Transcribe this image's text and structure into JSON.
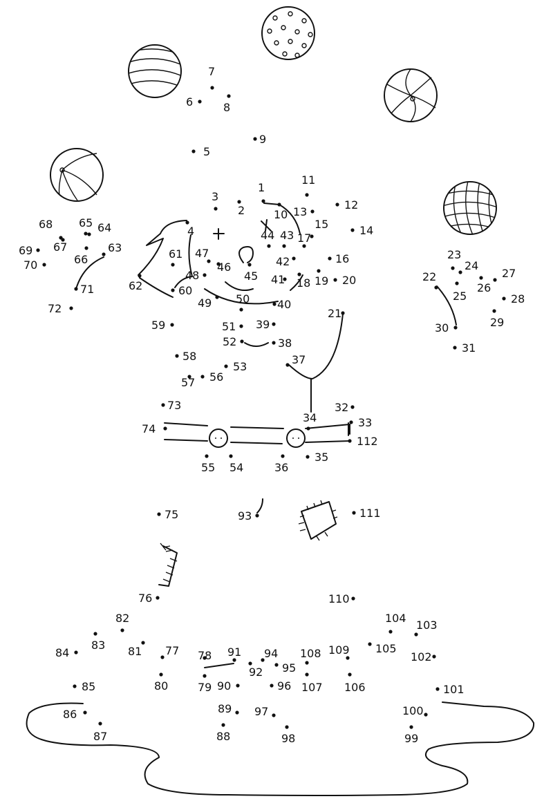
{
  "dots": [
    {
      "n": "1"
    },
    {
      "n": "2"
    },
    {
      "n": "3"
    },
    {
      "n": "4"
    },
    {
      "n": "5"
    },
    {
      "n": "6"
    },
    {
      "n": "7"
    },
    {
      "n": "8"
    },
    {
      "n": "9"
    },
    {
      "n": "10"
    },
    {
      "n": "11"
    },
    {
      "n": "12"
    },
    {
      "n": "13"
    },
    {
      "n": "14"
    },
    {
      "n": "15"
    },
    {
      "n": "16"
    },
    {
      "n": "17"
    },
    {
      "n": "18"
    },
    {
      "n": "19"
    },
    {
      "n": "20"
    },
    {
      "n": "21"
    },
    {
      "n": "22"
    },
    {
      "n": "23"
    },
    {
      "n": "24"
    },
    {
      "n": "25"
    },
    {
      "n": "26"
    },
    {
      "n": "27"
    },
    {
      "n": "28"
    },
    {
      "n": "29"
    },
    {
      "n": "30"
    },
    {
      "n": "31"
    },
    {
      "n": "32"
    },
    {
      "n": "33"
    },
    {
      "n": "34"
    },
    {
      "n": "35"
    },
    {
      "n": "36"
    },
    {
      "n": "37"
    },
    {
      "n": "38"
    },
    {
      "n": "39"
    },
    {
      "n": "40"
    },
    {
      "n": "41"
    },
    {
      "n": "42"
    },
    {
      "n": "43"
    },
    {
      "n": "44"
    },
    {
      "n": "45"
    },
    {
      "n": "46"
    },
    {
      "n": "47"
    },
    {
      "n": "48"
    },
    {
      "n": "49"
    },
    {
      "n": "50"
    },
    {
      "n": "51"
    },
    {
      "n": "52"
    },
    {
      "n": "53"
    },
    {
      "n": "54"
    },
    {
      "n": "55"
    },
    {
      "n": "56"
    },
    {
      "n": "57"
    },
    {
      "n": "58"
    },
    {
      "n": "59"
    },
    {
      "n": "60"
    },
    {
      "n": "61"
    },
    {
      "n": "62"
    },
    {
      "n": "63"
    },
    {
      "n": "64"
    },
    {
      "n": "65"
    },
    {
      "n": "66"
    },
    {
      "n": "67"
    },
    {
      "n": "68"
    },
    {
      "n": "69"
    },
    {
      "n": "70"
    },
    {
      "n": "71"
    },
    {
      "n": "72"
    },
    {
      "n": "73"
    },
    {
      "n": "74"
    },
    {
      "n": "75"
    },
    {
      "n": "76"
    },
    {
      "n": "77"
    },
    {
      "n": "78"
    },
    {
      "n": "79"
    },
    {
      "n": "80"
    },
    {
      "n": "81"
    },
    {
      "n": "82"
    },
    {
      "n": "83"
    },
    {
      "n": "84"
    },
    {
      "n": "85"
    },
    {
      "n": "86"
    },
    {
      "n": "87"
    },
    {
      "n": "88"
    },
    {
      "n": "89"
    },
    {
      "n": "90"
    },
    {
      "n": "91"
    },
    {
      "n": "92"
    },
    {
      "n": "93"
    },
    {
      "n": "94"
    },
    {
      "n": "95"
    },
    {
      "n": "96"
    },
    {
      "n": "97"
    },
    {
      "n": "98"
    },
    {
      "n": "99"
    },
    {
      "n": "100"
    },
    {
      "n": "101"
    },
    {
      "n": "102"
    },
    {
      "n": "103"
    },
    {
      "n": "104"
    },
    {
      "n": "105"
    },
    {
      "n": "106"
    },
    {
      "n": "107"
    },
    {
      "n": "108"
    },
    {
      "n": "109"
    },
    {
      "n": "110"
    },
    {
      "n": "111"
    },
    {
      "n": "112"
    }
  ],
  "balls": [
    {
      "name": "striped-ball"
    },
    {
      "name": "polka-dot-ball"
    },
    {
      "name": "beach-ball"
    },
    {
      "name": "beach-ball"
    },
    {
      "name": "grid-ball"
    }
  ],
  "colors": {
    "ink": "#111111",
    "paper": "#ffffff"
  }
}
